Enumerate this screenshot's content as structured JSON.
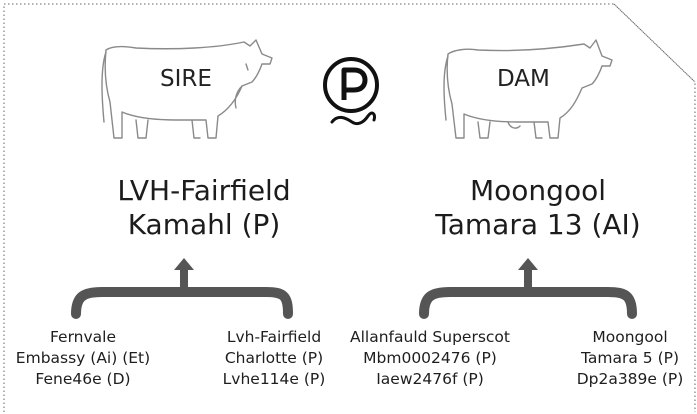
{
  "sire": {
    "label": "SIRE",
    "name_line1": "LVH-Fairfield",
    "name_line2": "Kamahl (P)",
    "grandsire": {
      "line1": "Fernvale",
      "line2": "Embassy (Ai) (Et)",
      "line3": "Fene46e (D)"
    },
    "granddam": {
      "line1": "Lvh-Fairfield",
      "line2": "Charlotte (P)",
      "line3": "Lvhe114e (P)"
    }
  },
  "dam": {
    "label": "DAM",
    "name_line1": "Moongool",
    "name_line2": "Tamara 13 (AI)",
    "grandsire": {
      "line1": "Allanfauld Superscot",
      "line2": "Mbm0002476 (P)",
      "line3": "Iaew2476f (P)"
    },
    "granddam": {
      "line1": "Moongool",
      "line2": "Tamara 5 (P)",
      "line3": "Dp2a389e (P)"
    }
  },
  "poll_badge": {
    "letter": "P",
    "icon": "polled-icon"
  },
  "colors": {
    "outline": "#888888",
    "bracket": "#555555",
    "text": "#222222",
    "badge": "#111111"
  }
}
